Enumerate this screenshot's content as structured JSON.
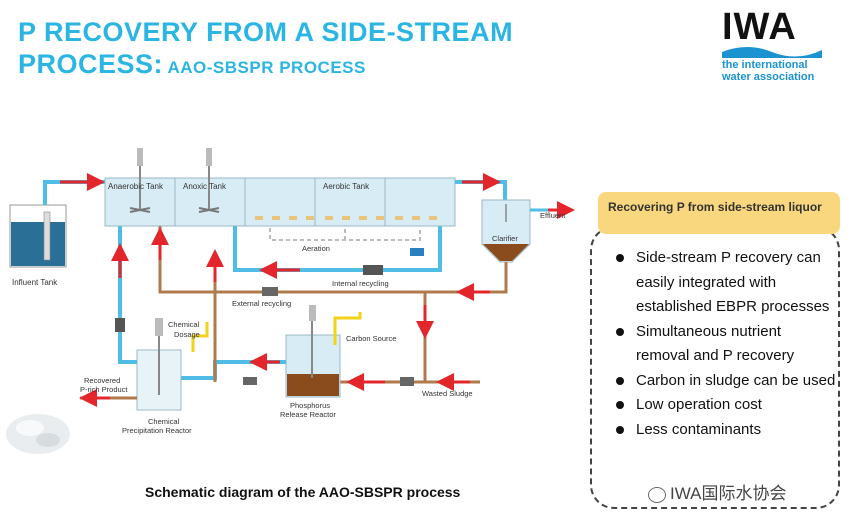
{
  "title": {
    "line1": "P RECOVERY FROM A SIDE-STREAM",
    "line2_main": "PROCESS:",
    "line2_sub": "AAO-SBSPR PROCESS"
  },
  "logo": {
    "mark": "IWA",
    "subtitle_line1": "the international",
    "subtitle_line2": "water association"
  },
  "diagram": {
    "labels": {
      "anaerobic_tank": "Anaerobic Tank",
      "anoxic_tank": "Anoxic Tank",
      "aerobic_tank": "Aerobic Tank",
      "clarifier": "Clarifier",
      "effluent": "Effluent",
      "influent_tank": "Influent Tank",
      "aeration": "Aeration",
      "internal_recycling": "Internal recycling",
      "external_recycling": "External recycling",
      "chemical_dosage_1": "Chemical",
      "chemical_dosage_2": "Dosage",
      "carbon_source": "Carbon Source",
      "recovered_1": "Recovered",
      "recovered_2": "P-rich Product",
      "chem_reactor_1": "Chemical",
      "chem_reactor_2": "Precipitation Reactor",
      "phos_reactor_1": "Phosphorus",
      "phos_reactor_2": "Release Reactor",
      "wasted_sludge": "Wasted Sludge"
    },
    "colors": {
      "water": "#4fbde5",
      "sludge_line": "#b07a4c",
      "arrow": "#e3262c",
      "chemical_line": "#f2d21a",
      "tank_fill": "#d8ecf5",
      "sludge": "#8a4b1d"
    },
    "caption": "Schematic diagram of the AAO-SBSPR process"
  },
  "panel": {
    "header": "Recovering P from side-stream liquor",
    "bullets": [
      "Side-stream P recovery can easily integrated with established EBPR processes",
      "Simultaneous nutrient removal and P recovery",
      "Carbon in sludge can be used",
      "Low operation cost",
      "Less contaminants"
    ]
  },
  "watermark": "IWA国际水协会"
}
